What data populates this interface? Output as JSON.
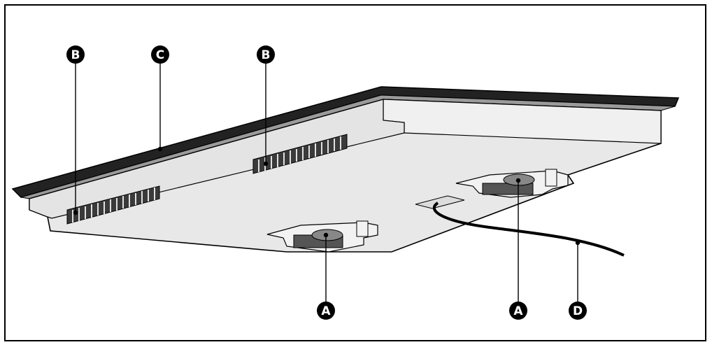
{
  "labels": {
    "A": "A",
    "B": "B",
    "C": "C",
    "D": "D"
  },
  "colors": {
    "outline": "#000000",
    "body_fill": "#e8e8e8",
    "panel_fill": "#f2f2f2",
    "vent_fill": "#3a3a3a",
    "callout_fill": "#000000"
  }
}
